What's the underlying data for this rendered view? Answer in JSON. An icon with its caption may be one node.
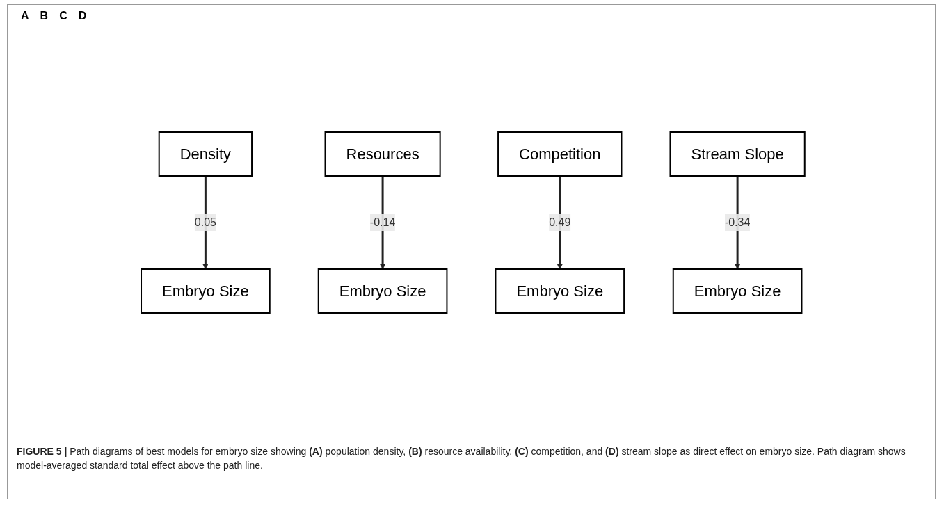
{
  "diagram": {
    "caption": "**FIGURE 5 |** Path diagrams of best models for embryo size showing **(A)** population density, **(B)** resource availability, **(C)** competition, and **(D)** stream slope as direct effect on embryo size. Path diagram shows model-averaged standard total effect above the path line.",
    "nodes": [
      {
        "text": [
          "Density"
        ]
      },
      {
        "text": [
          "Embryo Size"
        ]
      },
      {
        "text": [
          "Resources"
        ]
      },
      {
        "text": [
          "Embryo Size"
        ]
      },
      {
        "text": [
          "Competition"
        ]
      },
      {
        "text": [
          "Embryo Size"
        ]
      },
      {
        "text": [
          "Stream Slope"
        ]
      },
      {
        "text": [
          "Embryo Size"
        ]
      }
    ],
    "edges": [
      {
        "from": 0,
        "to": 1,
        "arrow": "to",
        "label": "0.05"
      },
      {
        "from": 2,
        "to": 3,
        "arrow": "to",
        "label": "-0.14"
      },
      {
        "from": 4,
        "to": 5,
        "arrow": "to",
        "label": "0.49"
      },
      {
        "from": 6,
        "to": 7,
        "arrow": "to",
        "label": "-0.34"
      }
    ],
    "labels": [
      "A",
      "B",
      "C",
      "D"
    ]
  }
}
